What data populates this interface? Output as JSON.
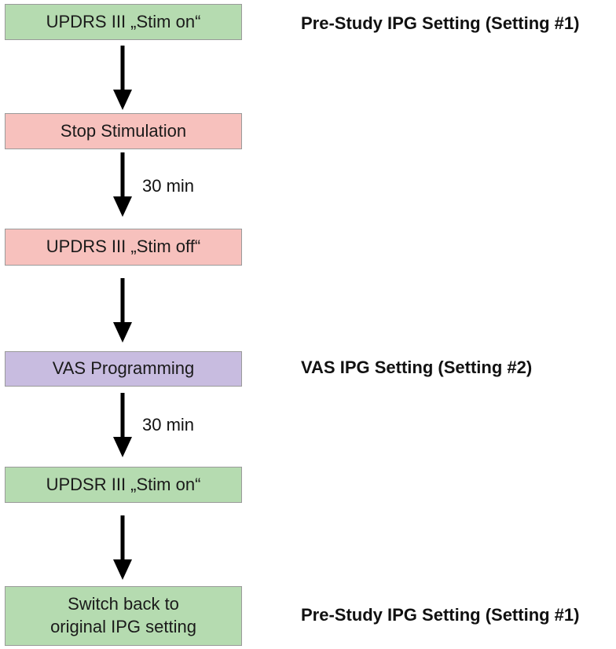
{
  "steps": [
    {
      "label": "UPDRS III „Stim on“",
      "color": "#b5dbb0"
    },
    {
      "label": "Stop Stimulation",
      "color": "#f7c1bd"
    },
    {
      "label": "UPDRS III „Stim off“",
      "color": "#f7c1bd"
    },
    {
      "label": "VAS Programming",
      "color": "#c8bce0"
    },
    {
      "label": "UPDSR III „Stim on“",
      "color": "#b5dbb0"
    },
    {
      "label": "Switch back to\noriginal IPG setting",
      "color": "#b5dbb0"
    }
  ],
  "side_labels": [
    "Pre-Study IPG Setting (Setting #1)",
    "VAS IPG Setting (Setting #2)",
    "Pre-Study IPG Setting (Setting #1)"
  ],
  "durations": [
    "30 min",
    "30 min"
  ]
}
